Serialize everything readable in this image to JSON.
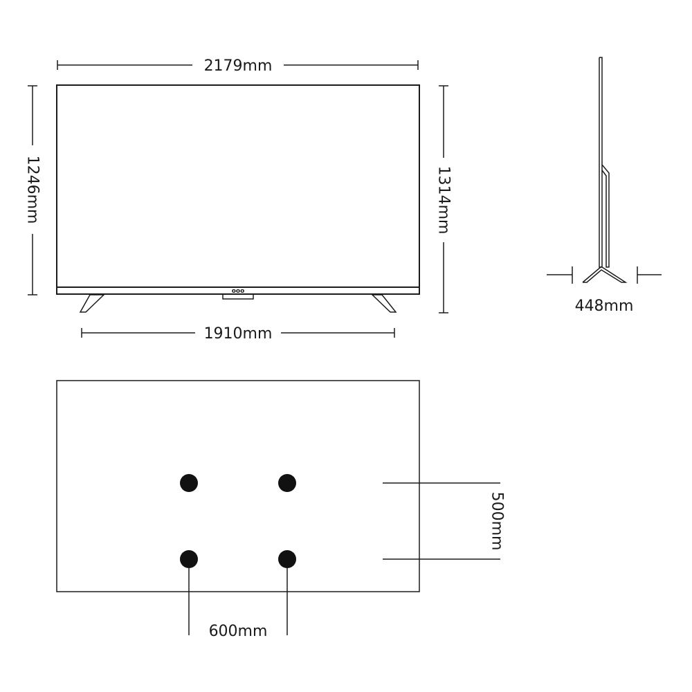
{
  "front_view": {
    "width_label": "2179mm",
    "screen_height_label": "1246mm",
    "total_height_label": "1314mm",
    "stand_span_label": "1910mm",
    "logo_text": "ooo"
  },
  "side_view": {
    "depth_label": "448mm"
  },
  "rear_view": {
    "vesa_width_label": "600mm",
    "vesa_height_label": "500mm"
  }
}
